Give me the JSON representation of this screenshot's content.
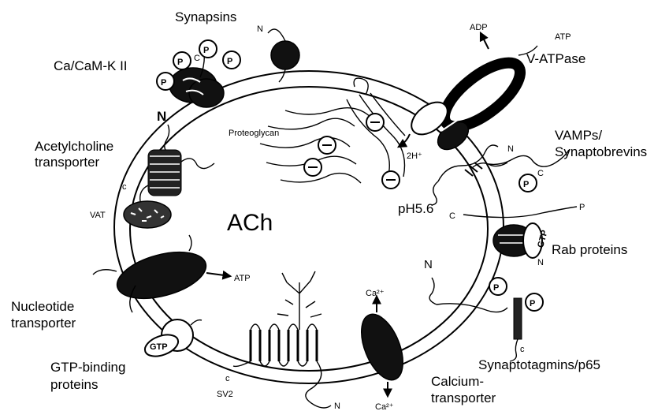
{
  "labels": {
    "synapsins": "Synapsins",
    "cacamk": "Ca/CaM-K II",
    "ach_transporter_1": "Acetylcholine",
    "ach_transporter_2": "transporter",
    "vat": "VAT",
    "ach": "ACh",
    "nucleotide_1": "Nucleotide",
    "nucleotide_2": "transporter",
    "gtp_binding_1": "GTP-binding",
    "gtp_binding_2": "proteins",
    "sv2": "SV2",
    "calcium_1": "Calcium-",
    "calcium_2": "transporter",
    "synaptotagmins": "Synaptotagmins/p65",
    "rab": "Rab proteins",
    "vamps_1": "VAMPs/",
    "vamps_2": "Synaptobrevins",
    "ph": "pH5.6",
    "vatpase": "V-ATPase",
    "adp": "ADP",
    "atp_top": "ATP",
    "atp_left": "ATP",
    "proteoglycan": "Proteoglycan",
    "two_h": "2H⁺",
    "ca_top": "Ca²⁺",
    "ca_bottom": "Ca²⁺",
    "gtp_left": "GTP",
    "gtp_rab": "GTP"
  },
  "terminals": {
    "n": "N",
    "c": "C",
    "c_lower": "c",
    "p": "P"
  },
  "charge": "⊖"
}
